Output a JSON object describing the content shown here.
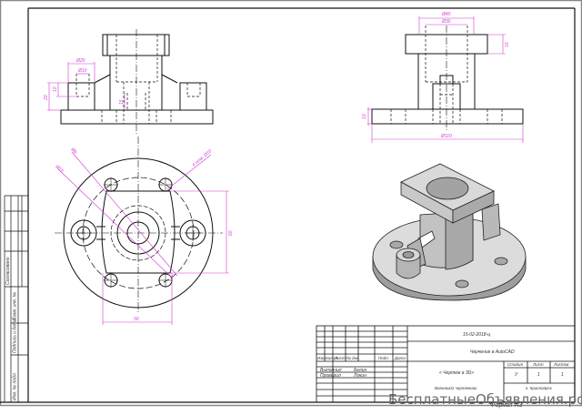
{
  "drawing": {
    "software": "AutoCAD",
    "title_block": {
      "designation": "15-02-2018-ц",
      "note": "Черчение в AutoCAD",
      "part_name": "« Чертеж в 3D»",
      "organization": "Военный1 чертежник",
      "city": "г. Красноярск",
      "format": "Формат А3",
      "stage_label": "Стадия",
      "sheet_label": "Лист",
      "sheets_label": "Листов",
      "stage_value": "У",
      "sheet_value": "1",
      "sheets_value": "1",
      "header_cols": [
        "Изм.",
        "Кол.уч",
        "Лист",
        "№ док.",
        "Подп.",
        "Дата"
      ],
      "rows": [
        {
          "role": "Выполнил",
          "name": "Белин"
        },
        {
          "role": "Проверил",
          "name": "Лукин"
        }
      ]
    },
    "side_stamp": {
      "labels": [
        "Согласовано",
        "Взам. инв. №",
        "Подпись и дата",
        "Инв. № подл."
      ]
    },
    "dimensions": {
      "front_view": [
        "Ø20",
        "Ø10",
        "10",
        "20",
        "15"
      ],
      "side_view": [
        "Ø40",
        "Ø30",
        "15",
        "10",
        "Ø110"
      ],
      "top_view": [
        "Ø8",
        "Ø15",
        "4 отв. Ø10",
        "60",
        "50"
      ]
    },
    "views": [
      "front-view",
      "side-view",
      "top-view",
      "isometric-3d-view"
    ]
  },
  "watermark": "БесплатныеОбъявления.рф",
  "colors": {
    "line": "#111111",
    "dimension": "#d03cd0",
    "frame_outer": "#888888",
    "shade_light": "#d9d9d9",
    "shade_mid": "#bdbdbd",
    "shade_dark": "#9a9a9a"
  }
}
